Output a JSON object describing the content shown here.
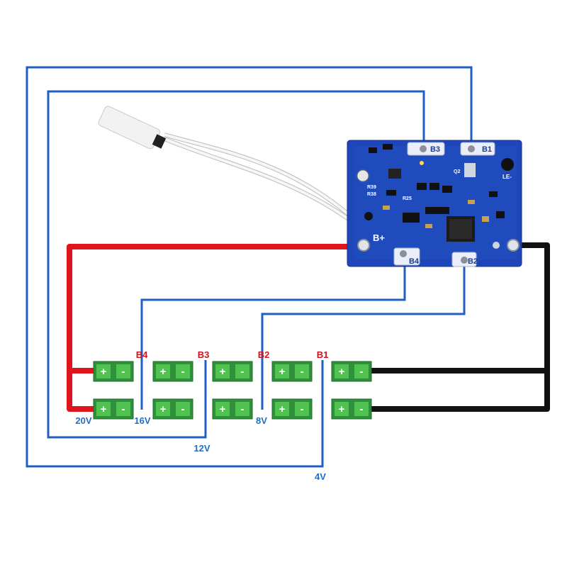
{
  "colors": {
    "blue_wire": "#1f5fc4",
    "red_wire": "#e0141c",
    "black_wire": "#111111",
    "cell_body": "#2f8f3a",
    "cell_pad": "#4fc24f",
    "pcb": "#1f46b8",
    "node_label_red": "#d0141c",
    "voltage_label_blue": "#1f6fc4"
  },
  "pcb": {
    "b_plus": "B+",
    "b3": "B3",
    "b1": "B1",
    "b4": "B4",
    "b2": "B2",
    "le": "LE-",
    "r39": "R39",
    "r38": "R38",
    "r25": "R25",
    "q2": "Q2"
  },
  "cells": {
    "positive_symbol": "+",
    "negative_symbol": "-"
  },
  "node_labels": {
    "b4": "B4",
    "b3": "B3",
    "b2": "B2",
    "b1": "B1"
  },
  "voltage_labels": {
    "v20": "20V",
    "v16": "16V",
    "v12": "12V",
    "v8": "8V",
    "v4": "4V"
  }
}
